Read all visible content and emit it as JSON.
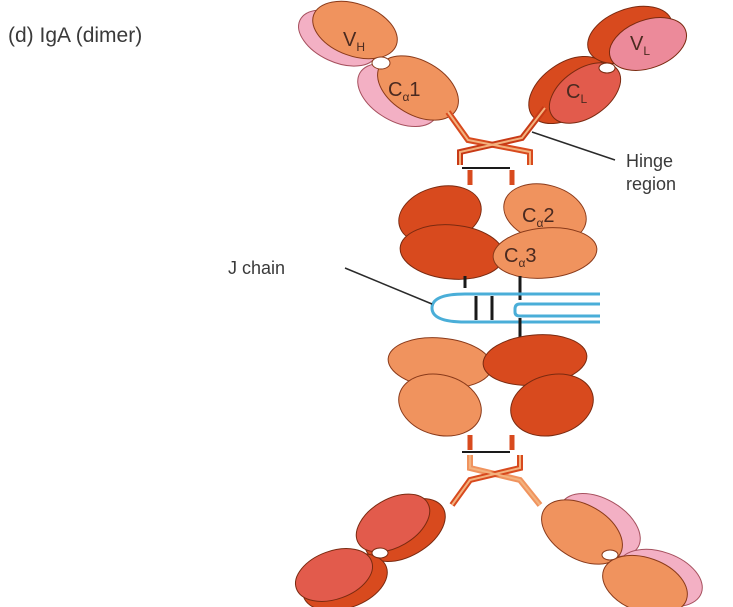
{
  "title": "(d) IgA (dimer)",
  "labels": {
    "hinge_line1": "Hinge",
    "hinge_line2": "region",
    "j_chain": "J chain"
  },
  "domains": {
    "vh_base": "V",
    "vh_sub": "H",
    "vl_base": "V",
    "vl_sub": "L",
    "ch1_base": "C",
    "ch1_sub": "α",
    "ch1_num": "1",
    "cl_base": "C",
    "cl_sub": "L",
    "ch2_base": "C",
    "ch2_sub": "α",
    "ch2_num": "2",
    "ch3_base": "C",
    "ch3_sub": "α",
    "ch3_num": "3"
  },
  "colors": {
    "heavy_light_orange": "#f0935e",
    "heavy_dark": "#d84a1e",
    "light_pink": "#ec8a9a",
    "light_pale_pink": "#f3b0c4",
    "light_red": "#e25b4c",
    "j_chain_blue": "#4aaed8",
    "disulfide": "#1a1a1a"
  }
}
